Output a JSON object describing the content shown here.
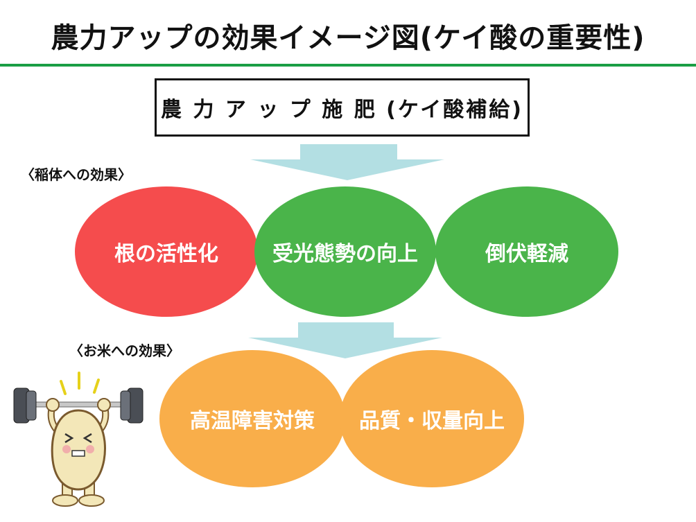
{
  "title": "農力アップの効果イメージ図(ケイ酸の重要性)",
  "top_box": "農 力 ア ッ プ 施 肥 (ケイ酸補給)",
  "rice_plant_section": {
    "label": "〈稲体への効果〉",
    "effects": [
      "根の活性化",
      "受光態勢の向上",
      "倒伏軽減"
    ]
  },
  "rice_grain_section": {
    "label": "〈お米への効果〉",
    "effects": [
      "高温障害対策",
      "品質・収量向上"
    ]
  },
  "colors": {
    "title_rule": "#1a9e45",
    "arrow": "#b3dfe3",
    "red": "#f54c4d",
    "green": "#4ab44a",
    "orange": "#f9ae4a"
  },
  "icons": [
    "arrow-down-icon",
    "weightlifting-rice-grain-mascot"
  ]
}
